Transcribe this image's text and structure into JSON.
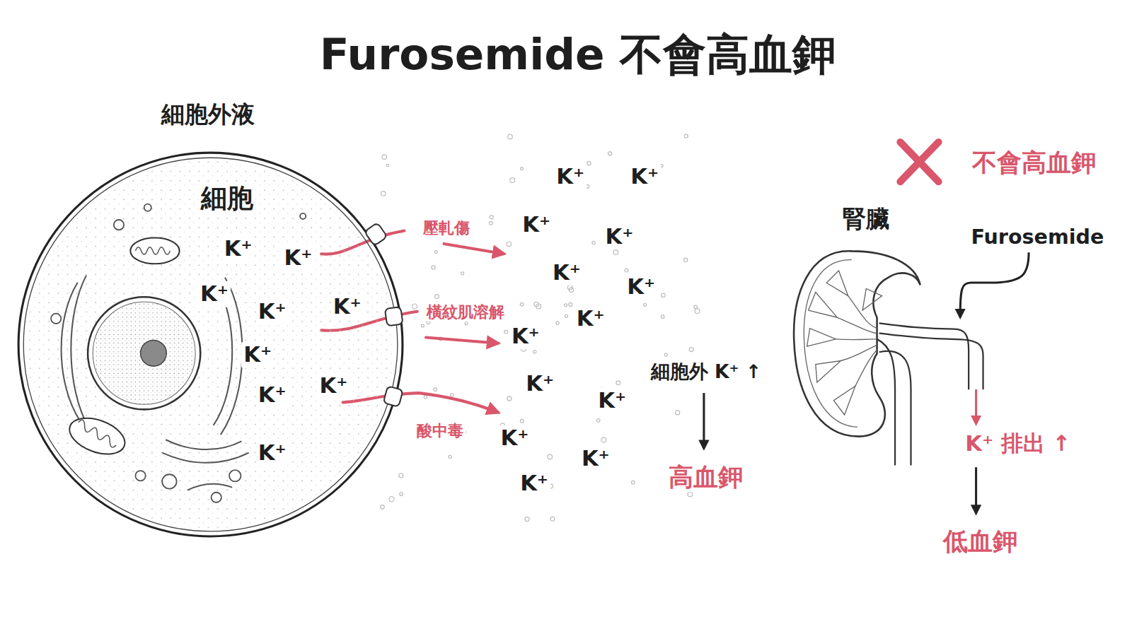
{
  "diagram": {
    "title": "Furosemide 不會高血鉀",
    "nodes": [
      {
        "text": [
          "細胞"
        ]
      },
      {
        "text": [
          "腎臟"
        ]
      }
    ],
    "labels": [
      "細胞外液",
      "K⁺",
      "K⁺",
      "K⁺",
      "K⁺",
      "K⁺",
      "K⁺",
      "K⁺",
      "K⁺",
      "K⁺",
      "K⁺",
      "K⁺",
      "K⁺",
      "K⁺",
      "K⁺",
      "K⁺",
      "K⁺",
      "K⁺",
      "K⁺",
      "K⁺",
      "K⁺",
      "K⁺",
      "K⁺",
      "壓軋傷",
      "橫紋肌溶解",
      "酸中毒",
      "不會高血鉀",
      "Furosemide",
      "細胞外 K⁺ ↑",
      "高血鉀",
      "K⁺ 排出 ↑",
      "低血鉀"
    ]
  }
}
